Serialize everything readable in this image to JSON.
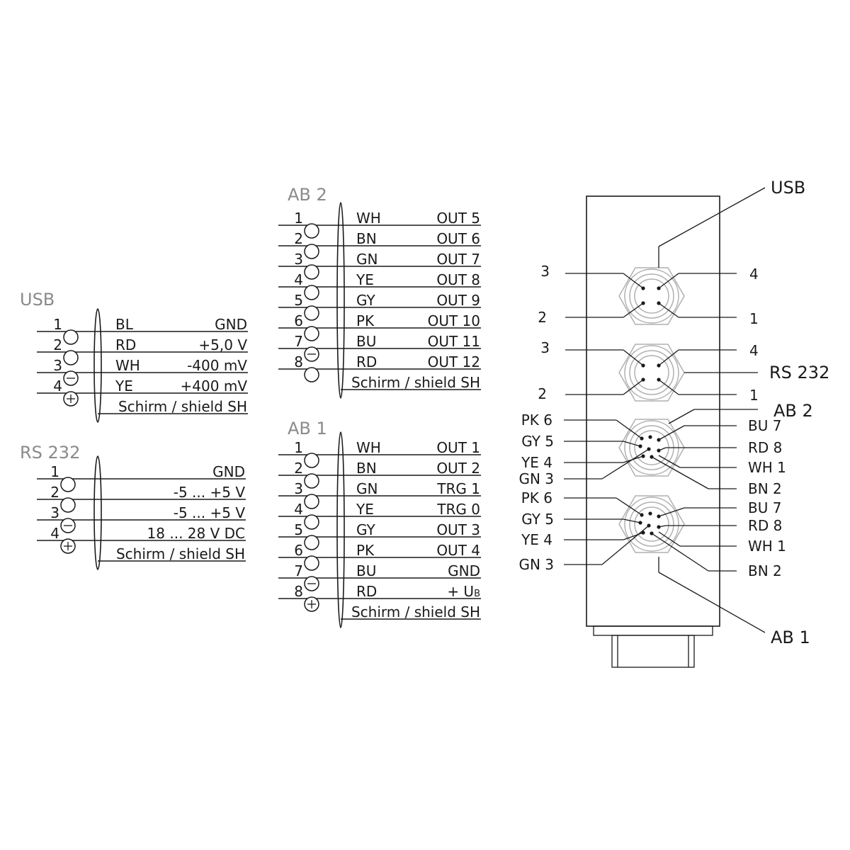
{
  "usb": {
    "title": "USB",
    "pins": [
      {
        "num": "1",
        "color": "BL",
        "signal": "GND",
        "symbol": ""
      },
      {
        "num": "2",
        "color": "RD",
        "signal": "+5,0 V",
        "symbol": ""
      },
      {
        "num": "3",
        "color": "WH",
        "signal": "-400 mV",
        "symbol": "minus"
      },
      {
        "num": "4",
        "color": "YE",
        "signal": "+400 mV",
        "symbol": "plus"
      }
    ],
    "shield": "Schirm / shield SH"
  },
  "rs232": {
    "title": "RS 232",
    "pins": [
      {
        "num": "1",
        "color": "",
        "signal": "GND",
        "symbol": ""
      },
      {
        "num": "2",
        "color": "",
        "signal": "-5 ... +5 V",
        "symbol": ""
      },
      {
        "num": "3",
        "color": "",
        "signal": "-5 ... +5 V",
        "symbol": "minus"
      },
      {
        "num": "4",
        "color": "",
        "signal": "18 ... 28 V DC",
        "symbol": "plus"
      }
    ],
    "shield": "Schirm / shield SH"
  },
  "ab2": {
    "title": "AB 2",
    "pins": [
      {
        "num": "1",
        "color": "WH",
        "signal": "OUT 5",
        "symbol": ""
      },
      {
        "num": "2",
        "color": "BN",
        "signal": "OUT 6",
        "symbol": ""
      },
      {
        "num": "3",
        "color": "GN",
        "signal": "OUT 7",
        "symbol": ""
      },
      {
        "num": "4",
        "color": "YE",
        "signal": "OUT 8",
        "symbol": ""
      },
      {
        "num": "5",
        "color": "GY",
        "signal": "OUT 9",
        "symbol": ""
      },
      {
        "num": "6",
        "color": "PK",
        "signal": "OUT 10",
        "symbol": ""
      },
      {
        "num": "7",
        "color": "BU",
        "signal": "OUT 11",
        "symbol": "minus"
      },
      {
        "num": "8",
        "color": "RD",
        "signal": "OUT 12",
        "symbol": ""
      }
    ],
    "shield": "Schirm / shield SH"
  },
  "ab1": {
    "title": "AB 1",
    "pins": [
      {
        "num": "1",
        "color": "WH",
        "signal": "OUT 1",
        "symbol": ""
      },
      {
        "num": "2",
        "color": "BN",
        "signal": "OUT 2",
        "symbol": ""
      },
      {
        "num": "3",
        "color": "GN",
        "signal": "TRG 1",
        "symbol": ""
      },
      {
        "num": "4",
        "color": "YE",
        "signal": "TRG 0",
        "symbol": ""
      },
      {
        "num": "5",
        "color": "GY",
        "signal": "OUT 3",
        "symbol": ""
      },
      {
        "num": "6",
        "color": "PK",
        "signal": "OUT 4",
        "symbol": ""
      },
      {
        "num": "7",
        "color": "BU",
        "signal": "GND",
        "symbol": "minus"
      },
      {
        "num": "8",
        "color": "RD",
        "signal": "+ U",
        "signal_sub": "B",
        "symbol": "plus"
      }
    ],
    "shield": "Schirm / shield SH"
  },
  "device": {
    "label_usb": "USB",
    "label_rs232": "RS 232",
    "label_ab2": "AB 2",
    "label_ab1": "AB 1",
    "usb_conn": {
      "tl": "3",
      "tr": "4",
      "bl": "2",
      "br": "1"
    },
    "rs232_conn": {
      "tl": "3",
      "tr": "4",
      "bl": "2",
      "br": "1"
    },
    "ab2_conn": {
      "l1": "PK 6",
      "l2": "GY 5",
      "l3": "YE 4",
      "l4": "GN 3",
      "r1": "BU 7",
      "r2": "RD 8",
      "r3": "WH 1",
      "r4": "BN 2"
    },
    "ab1_conn": {
      "l1": "PK 6",
      "l2": "GY 5",
      "l3": "YE 4",
      "l4": "GN 3",
      "r1": "BU 7",
      "r2": "RD 8",
      "r3": "WH 1",
      "r4": "BN 2"
    }
  }
}
